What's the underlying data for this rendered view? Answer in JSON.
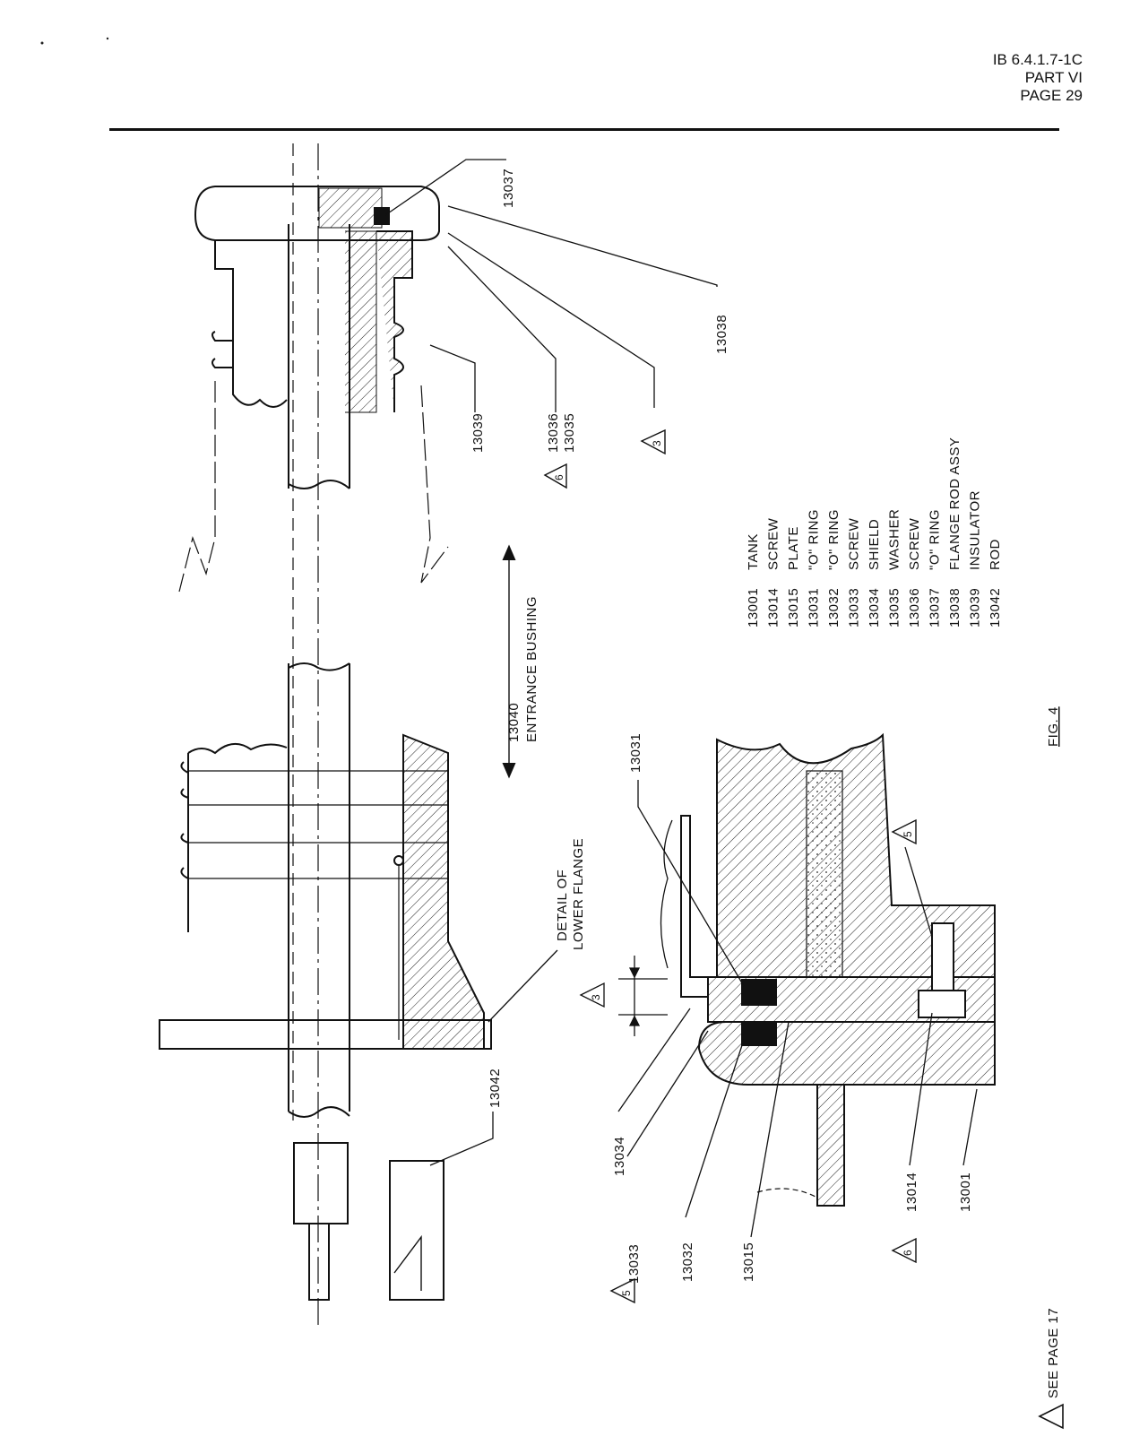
{
  "header": {
    "doc_number": "IB 6.4.1.7-1C",
    "part": "PART VI",
    "page": "PAGE 29"
  },
  "figure": {
    "caption": "FIG. 4",
    "bushing_label": "13040— ENTRANCE BUSHING",
    "bushing_number": "13040",
    "bushing_text": "ENTRANCE BUSHING",
    "detail_label_1": "DETAIL OF",
    "detail_label_2": "LOWER FLANGE",
    "see_page": "SEE PAGE 17",
    "callouts": {
      "c13037": "13037",
      "c13038": "13038",
      "c13039": "13039",
      "c13036": "13036",
      "c13035": "13035",
      "c13042": "13042",
      "c13031": "13031",
      "c13034": "13034",
      "c13033": "13033",
      "c13032": "13032",
      "c13015": "13015",
      "c13014": "13014",
      "c13001": "13001"
    },
    "notes": {
      "n3": "3",
      "n5": "5",
      "n6": "6"
    }
  },
  "parts_list": [
    {
      "number": "13001",
      "name": "TANK"
    },
    {
      "number": "13014",
      "name": "SCREW"
    },
    {
      "number": "13015",
      "name": "PLATE"
    },
    {
      "number": "13031",
      "name": "\"O\" RING"
    },
    {
      "number": "13032",
      "name": "\"O\" RING"
    },
    {
      "number": "13033",
      "name": "SCREW"
    },
    {
      "number": "13034",
      "name": "SHIELD"
    },
    {
      "number": "13035",
      "name": "WASHER"
    },
    {
      "number": "13036",
      "name": "SCREW"
    },
    {
      "number": "13037",
      "name": "\"O\" RING"
    },
    {
      "number": "13038",
      "name": "FLANGE ROD ASSY"
    },
    {
      "number": "13039",
      "name": "INSULATOR"
    },
    {
      "number": "13042",
      "name": "ROD"
    }
  ]
}
